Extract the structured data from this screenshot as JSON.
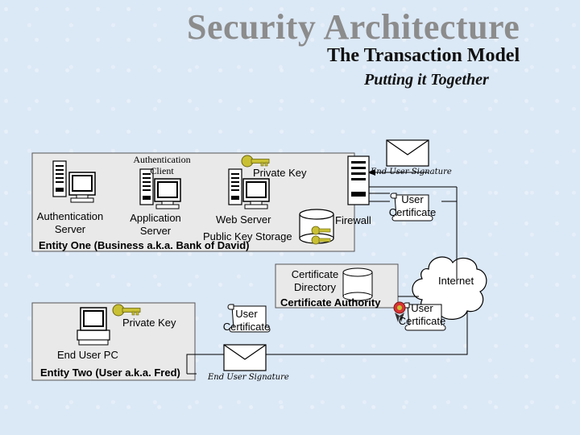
{
  "header": {
    "title": "Security Architecture",
    "subtitle": "The Transaction Model",
    "tagline": "Putting it Together"
  },
  "entity_one": {
    "label": "Entity One (Business a.k.a. Bank of David)",
    "auth_client": "Authentication Client",
    "private_key": "Private Key",
    "auth_server": "Authentication Server",
    "app_server": "Application Server",
    "web_server": "Web Server",
    "pk_storage": "Public Key Storage",
    "firewall": "Firewall"
  },
  "signature_top": "End User Signature",
  "user_cert_top": "User Certificate",
  "cert_authority": {
    "label": "Certificate Authority",
    "directory": "Certificate Directory"
  },
  "internet": "Internet",
  "user_cert_right": "User Certificate",
  "entity_two": {
    "label": "Entity Two (User a.k.a.  Fred)",
    "private_key": "Private Key",
    "pc": "End User PC"
  },
  "user_cert_bottom": "User Certificate",
  "signature_bottom": "End User Signature",
  "colors": {
    "background": "#dbe8f6",
    "panel": "#e9e9e9",
    "title_gray": "#8c8c8c",
    "key_gold": "#c9c034"
  }
}
